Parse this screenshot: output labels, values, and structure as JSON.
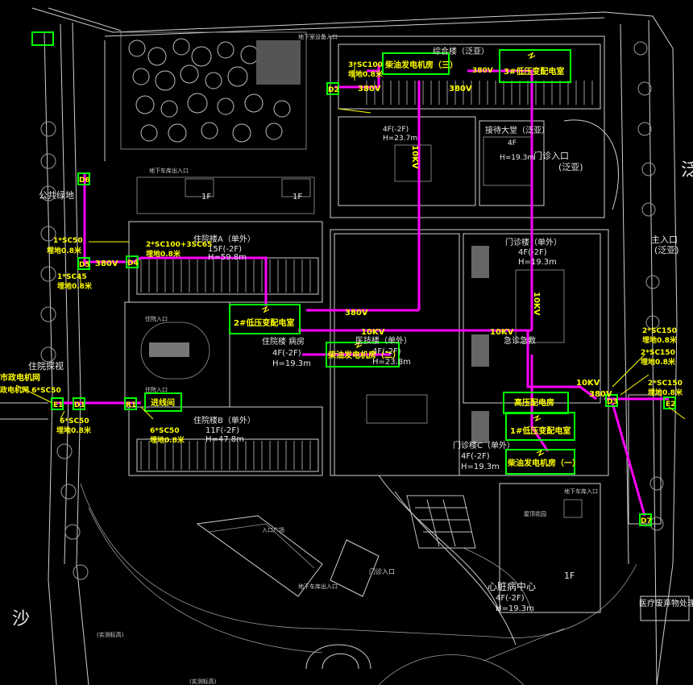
{
  "labels": {
    "outpatient_building": "门诊楼（单外）",
    "outpatient_floors": "4F(-2F)",
    "outpatient_height": "H=19.3m",
    "medical_tech_building": "医技楼（单外）",
    "medical_tech_floors": "4F(-2F)",
    "medical_tech_height": "H=23.8m",
    "inpatient_a": "住院楼A（单外）",
    "inpatient_a_floors": "15F(-2F)",
    "inpatient_a_height": "H=59.8m",
    "inpatient_b": "住院楼B（单外）",
    "inpatient_b_floors": "11F(-2F)",
    "inpatient_b_height": "H=47.8m",
    "inpatient_ward": "住院楼 病房",
    "inpatient_ward_floors": "4F(-2F)",
    "inpatient_ward_height": "H=19.3m",
    "comprehensive": "综合楼（泛亚）",
    "comprehensive_floors": "4F(-2F)",
    "comprehensive_height": "H=23.7m",
    "reception_hall": "接待大堂（泛亚）",
    "reception_floors": "4F",
    "reception_height": "H=19.3m",
    "outpatient_c": "门诊楼C（单外）",
    "outpatient_c_floors": "4F(-2F)",
    "outpatient_c_height": "H=19.3m",
    "cardiac_center": "心脏病中心",
    "cardiac_floors": "4F(-2F)",
    "cardiac_height": "H=19.3m",
    "emergency": "急诊急救",
    "clinic_entrance": "门诊入口",
    "clinic_entrance_sub": "(泛亚)",
    "main_entrance": "主入口",
    "main_entrance_sub": "(泛亚)",
    "public_green": "公共绿地",
    "inpatient_visit": "住院探视",
    "sha": "沙",
    "fan": "泛",
    "inpatient_entry_1": "住院入口",
    "inpatient_entry_2": "住院入口",
    "underground_entry_1": "地下车库出入口",
    "underground_entry_2": "地下室设备入口",
    "underground_entry_3": "地下车库出入口",
    "entry_plaza": "入口广场",
    "outpatient_entry": "门诊入口",
    "parking_entry": "地下车库入口",
    "medical_waste": "医疗废弃物处理",
    "one_f_1": "1F",
    "one_f_2": "1F",
    "one_f_3": "1F",
    "roof_garden": "屋顶花园",
    "existing_road": "(实测标高)",
    "existing_road_2": "(实测标高)"
  },
  "equipment": {
    "substation_2": "2#低压变配电室",
    "generator_2": "柴油发电机房（二）",
    "generator_3": "柴油发电机房（三）",
    "substation_3": "3#低压变配电室",
    "hv_room": "高压配电房",
    "substation_1": "1#低压变配电室",
    "generator_1": "柴油发电机房（一）",
    "entry_room": "进线间",
    "municipal_power": "市政电机网"
  },
  "voltages": {
    "v380_1": "380V",
    "v380_2": "380V",
    "v380_3": "380V",
    "v380_4": "380V",
    "v380_5": "380V",
    "v380_6": "380V",
    "kv10_1": "10KV",
    "kv10_2": "10KV",
    "kv10_3": "10KV",
    "kv10_4": "10KV",
    "kv10_5": "10KV"
  },
  "cables": {
    "c1": "3*SC100",
    "c1b": "埋地0.8米",
    "c2": "1*SC50",
    "c2b": "埋地0.8米",
    "c3": "1*SC45",
    "c3b": "埋地0.8米",
    "c4": "2*SC100+3SC65",
    "c4b": "埋地0.8米",
    "c5": "6*SC50",
    "c5b": "埋地0.8米",
    "c6": "6*SC50",
    "c6b": "埋地0.8米",
    "c7": "2*SC150",
    "c7b": "埋地0.8米",
    "c8": "2*SC150",
    "c8b": "埋地0.8米",
    "c9": "2*SC150",
    "c9b": "埋地0.8米",
    "c10": "政电机网 6*SC50"
  },
  "nodes": {
    "d1": "D1",
    "d2": "D2",
    "d3": "D3",
    "d4": "D4",
    "d5": "D5",
    "d6": "D6",
    "d7": "D7",
    "r1": "R1",
    "e1": "E1",
    "e2": "E2"
  }
}
